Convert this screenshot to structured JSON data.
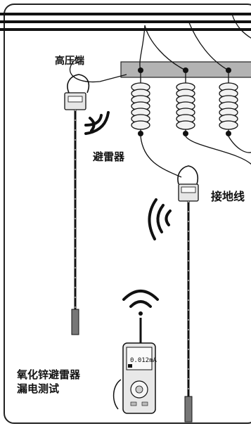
{
  "labels": {
    "high_voltage_end": "高压端",
    "arrester": "避雷器",
    "ground_wire": "接地线",
    "title_line1": "氧化锌避雷器",
    "title_line2": "漏电测试"
  },
  "instrument": {
    "display_reading": "0.012mA"
  },
  "colors": {
    "stroke": "#1a1a1a",
    "crossarm": "#b3b3b3",
    "arrester": "#f2f2f2",
    "background": "#ffffff"
  }
}
